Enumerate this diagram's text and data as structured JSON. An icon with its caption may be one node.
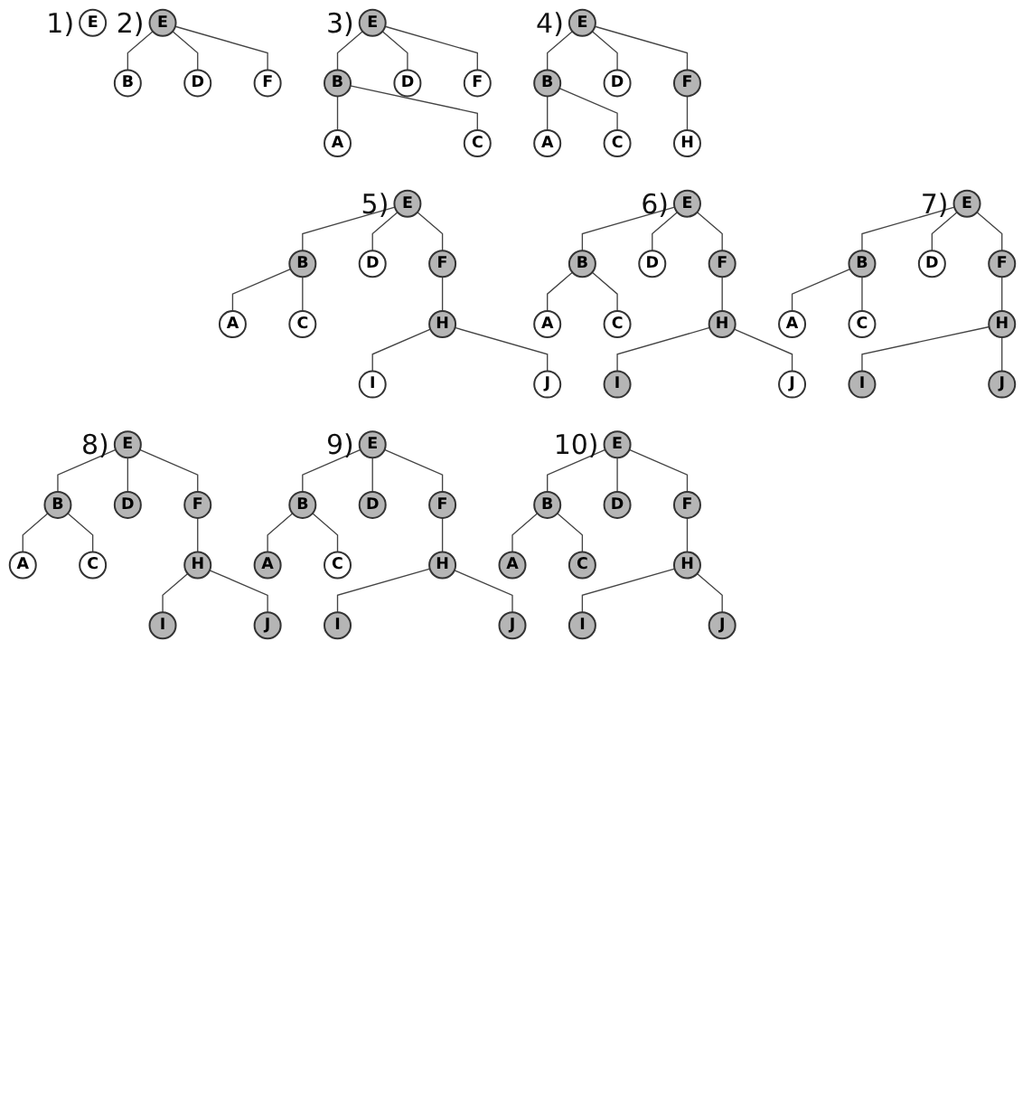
{
  "diagram": {
    "nodes": [
      {
        "text": [
          "E"
        ]
      },
      {
        "text": [
          "E"
        ]
      },
      {
        "text": [
          "B"
        ]
      },
      {
        "text": [
          "D"
        ]
      },
      {
        "text": [
          "F"
        ]
      },
      {
        "text": [
          "E"
        ]
      },
      {
        "text": [
          "B"
        ]
      },
      {
        "text": [
          "D"
        ]
      },
      {
        "text": [
          "F"
        ]
      },
      {
        "text": [
          "A"
        ]
      },
      {
        "text": [
          "C"
        ]
      },
      {
        "text": [
          "E"
        ]
      },
      {
        "text": [
          "B"
        ]
      },
      {
        "text": [
          "D"
        ]
      },
      {
        "text": [
          "F"
        ]
      },
      {
        "text": [
          "A"
        ]
      },
      {
        "text": [
          "C"
        ]
      },
      {
        "text": [
          "H"
        ]
      },
      {
        "text": [
          "E"
        ]
      },
      {
        "text": [
          "B"
        ]
      },
      {
        "text": [
          "D"
        ]
      },
      {
        "text": [
          "F"
        ]
      },
      {
        "text": [
          "A"
        ]
      },
      {
        "text": [
          "C"
        ]
      },
      {
        "text": [
          "H"
        ]
      },
      {
        "text": [
          "I"
        ]
      },
      {
        "text": [
          "J"
        ]
      },
      {
        "text": [
          "E"
        ]
      },
      {
        "text": [
          "B"
        ]
      },
      {
        "text": [
          "D"
        ]
      },
      {
        "text": [
          "F"
        ]
      },
      {
        "text": [
          "A"
        ]
      },
      {
        "text": [
          "C"
        ]
      },
      {
        "text": [
          "H"
        ]
      },
      {
        "text": [
          "I"
        ]
      },
      {
        "text": [
          "J"
        ]
      },
      {
        "text": [
          "E"
        ]
      },
      {
        "text": [
          "B"
        ]
      },
      {
        "text": [
          "D"
        ]
      },
      {
        "text": [
          "F"
        ]
      },
      {
        "text": [
          "A"
        ]
      },
      {
        "text": [
          "C"
        ]
      },
      {
        "text": [
          "H"
        ]
      },
      {
        "text": [
          "I"
        ]
      },
      {
        "text": [
          "J"
        ]
      },
      {
        "text": [
          "E"
        ]
      },
      {
        "text": [
          "B"
        ]
      },
      {
        "text": [
          "D"
        ]
      },
      {
        "text": [
          "F"
        ]
      },
      {
        "text": [
          "A"
        ]
      },
      {
        "text": [
          "C"
        ]
      },
      {
        "text": [
          "H"
        ]
      },
      {
        "text": [
          "I"
        ]
      },
      {
        "text": [
          "J"
        ]
      },
      {
        "text": [
          "E"
        ]
      },
      {
        "text": [
          "B"
        ]
      },
      {
        "text": [
          "D"
        ]
      },
      {
        "text": [
          "F"
        ]
      },
      {
        "text": [
          "A"
        ]
      },
      {
        "text": [
          "C"
        ]
      },
      {
        "text": [
          "H"
        ]
      },
      {
        "text": [
          "I"
        ]
      },
      {
        "text": [
          "J"
        ]
      },
      {
        "text": [
          "E"
        ]
      },
      {
        "text": [
          "B"
        ]
      },
      {
        "text": [
          "D"
        ]
      },
      {
        "text": [
          "F"
        ]
      },
      {
        "text": [
          "A"
        ]
      },
      {
        "text": [
          "C"
        ]
      },
      {
        "text": [
          "H"
        ]
      },
      {
        "text": [
          "I"
        ]
      },
      {
        "text": [
          "J"
        ]
      }
    ],
    "edges": [
      {
        "from": 1,
        "to": 2,
        "arrow": "none"
      },
      {
        "from": 1,
        "to": 3,
        "arrow": "none"
      },
      {
        "from": 1,
        "to": 4,
        "arrow": "none"
      },
      {
        "from": 5,
        "to": 6,
        "arrow": "none"
      },
      {
        "from": 5,
        "to": 7,
        "arrow": "none"
      },
      {
        "from": 5,
        "to": 8,
        "arrow": "none"
      },
      {
        "from": 6,
        "to": 9,
        "arrow": "none"
      },
      {
        "from": 6,
        "to": 10,
        "arrow": "none"
      },
      {
        "from": 11,
        "to": 12,
        "arrow": "none"
      },
      {
        "from": 11,
        "to": 13,
        "arrow": "none"
      },
      {
        "from": 11,
        "to": 14,
        "arrow": "none"
      },
      {
        "from": 12,
        "to": 15,
        "arrow": "none"
      },
      {
        "from": 12,
        "to": 16,
        "arrow": "none"
      },
      {
        "from": 14,
        "to": 17,
        "arrow": "none"
      },
      {
        "from": 18,
        "to": 19,
        "arrow": "none"
      },
      {
        "from": 18,
        "to": 20,
        "arrow": "none"
      },
      {
        "from": 18,
        "to": 21,
        "arrow": "none"
      },
      {
        "from": 19,
        "to": 22,
        "arrow": "none"
      },
      {
        "from": 19,
        "to": 23,
        "arrow": "none"
      },
      {
        "from": 21,
        "to": 24,
        "arrow": "none"
      },
      {
        "from": 24,
        "to": 25,
        "arrow": "none"
      },
      {
        "from": 24,
        "to": 26,
        "arrow": "none"
      },
      {
        "from": 27,
        "to": 28,
        "arrow": "none"
      },
      {
        "from": 27,
        "to": 29,
        "arrow": "none"
      },
      {
        "from": 27,
        "to": 30,
        "arrow": "none"
      },
      {
        "from": 28,
        "to": 31,
        "arrow": "none"
      },
      {
        "from": 28,
        "to": 32,
        "arrow": "none"
      },
      {
        "from": 30,
        "to": 33,
        "arrow": "none"
      },
      {
        "from": 33,
        "to": 34,
        "arrow": "none"
      },
      {
        "from": 33,
        "to": 35,
        "arrow": "none"
      },
      {
        "from": 36,
        "to": 37,
        "arrow": "none"
      },
      {
        "from": 36,
        "to": 38,
        "arrow": "none"
      },
      {
        "from": 36,
        "to": 39,
        "arrow": "none"
      },
      {
        "from": 37,
        "to": 40,
        "arrow": "none"
      },
      {
        "from": 37,
        "to": 41,
        "arrow": "none"
      },
      {
        "from": 39,
        "to": 42,
        "arrow": "none"
      },
      {
        "from": 42,
        "to": 43,
        "arrow": "none"
      },
      {
        "from": 42,
        "to": 44,
        "arrow": "none"
      },
      {
        "from": 45,
        "to": 46,
        "arrow": "none"
      },
      {
        "from": 45,
        "to": 47,
        "arrow": "none"
      },
      {
        "from": 45,
        "to": 48,
        "arrow": "none"
      },
      {
        "from": 46,
        "to": 49,
        "arrow": "none"
      },
      {
        "from": 46,
        "to": 50,
        "arrow": "none"
      },
      {
        "from": 48,
        "to": 51,
        "arrow": "none"
      },
      {
        "from": 51,
        "to": 52,
        "arrow": "none"
      },
      {
        "from": 51,
        "to": 53,
        "arrow": "none"
      },
      {
        "from": 54,
        "to": 55,
        "arrow": "none"
      },
      {
        "from": 54,
        "to": 56,
        "arrow": "none"
      },
      {
        "from": 54,
        "to": 57,
        "arrow": "none"
      },
      {
        "from": 55,
        "to": 58,
        "arrow": "none"
      },
      {
        "from": 55,
        "to": 59,
        "arrow": "none"
      },
      {
        "from": 57,
        "to": 60,
        "arrow": "none"
      },
      {
        "from": 60,
        "to": 61,
        "arrow": "none"
      },
      {
        "from": 60,
        "to": 62,
        "arrow": "none"
      },
      {
        "from": 63,
        "to": 64,
        "arrow": "none"
      },
      {
        "from": 63,
        "to": 65,
        "arrow": "none"
      },
      {
        "from": 63,
        "to": 66,
        "arrow": "none"
      },
      {
        "from": 64,
        "to": 67,
        "arrow": "none"
      },
      {
        "from": 64,
        "to": 68,
        "arrow": "none"
      },
      {
        "from": 66,
        "to": 69,
        "arrow": "none"
      },
      {
        "from": 69,
        "to": 70,
        "arrow": "none"
      },
      {
        "from": 69,
        "to": 71,
        "arrow": "none"
      }
    ],
    "labels": [
      "1)",
      "2)",
      "3)",
      "4)",
      "5)",
      "6)",
      "7)",
      "8)",
      "9)",
      "10)"
    ]
  }
}
